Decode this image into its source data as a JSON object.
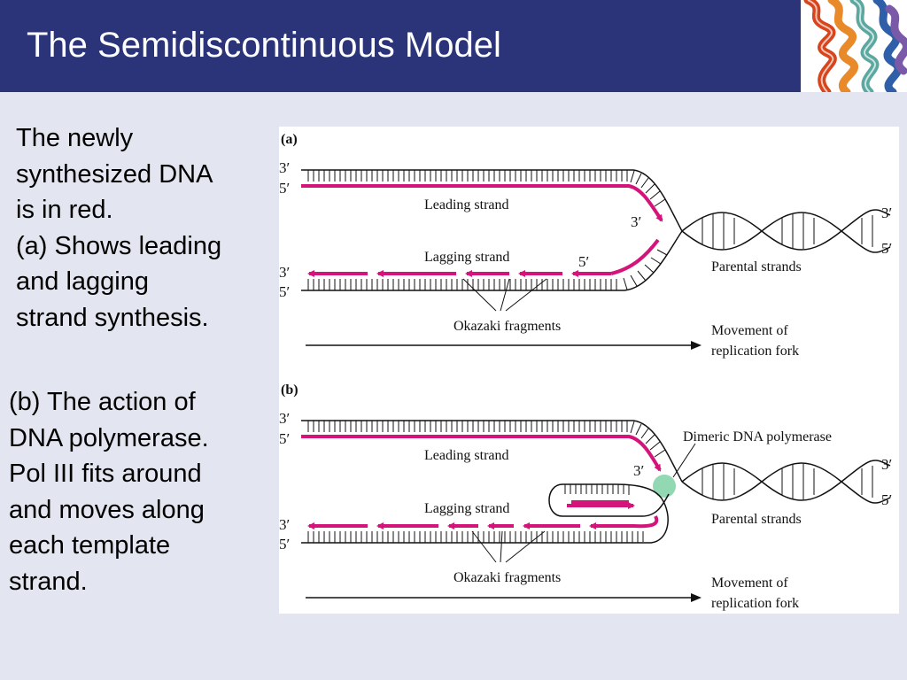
{
  "slide": {
    "title": "The Semidiscontinuous Model",
    "text_a": [
      "The newly",
      "synthesized DNA",
      "is in red.",
      "(a) Shows leading",
      "and lagging",
      "strand synthesis."
    ],
    "text_b": [
      "(b) The action of",
      "DNA polymerase.",
      "Pol III fits around",
      "and moves along",
      "each template",
      "strand."
    ]
  },
  "figure": {
    "panel_a": {
      "tag": "(a)",
      "top_3": "3′",
      "top_5": "5′",
      "bot_3": "3′",
      "bot_5": "5′",
      "leading": "Leading strand",
      "lagging": "Lagging strand",
      "lead_end": "3′",
      "lag_end": "5′",
      "parental": "Parental strands",
      "helix_3": "3′",
      "helix_5": "5′",
      "okazaki": "Okazaki fragments",
      "movement_1": "Movement of",
      "movement_2": "replication fork"
    },
    "panel_b": {
      "tag": "(b)",
      "top_3": "3′",
      "top_5": "5′",
      "bot_3": "3′",
      "bot_5": "5′",
      "leading": "Leading strand",
      "lagging": "Lagging strand",
      "lead_end": "3′",
      "polymerase": "Dimeric DNA polymerase",
      "parental": "Parental strands",
      "helix_3": "3′",
      "helix_5": "5′",
      "okazaki": "Okazaki fragments",
      "movement_1": "Movement of",
      "movement_2": "replication fork"
    },
    "colors": {
      "new_strand": "#d4147a",
      "header": "#2b3479",
      "polymerase": "#7fd1a6"
    }
  }
}
